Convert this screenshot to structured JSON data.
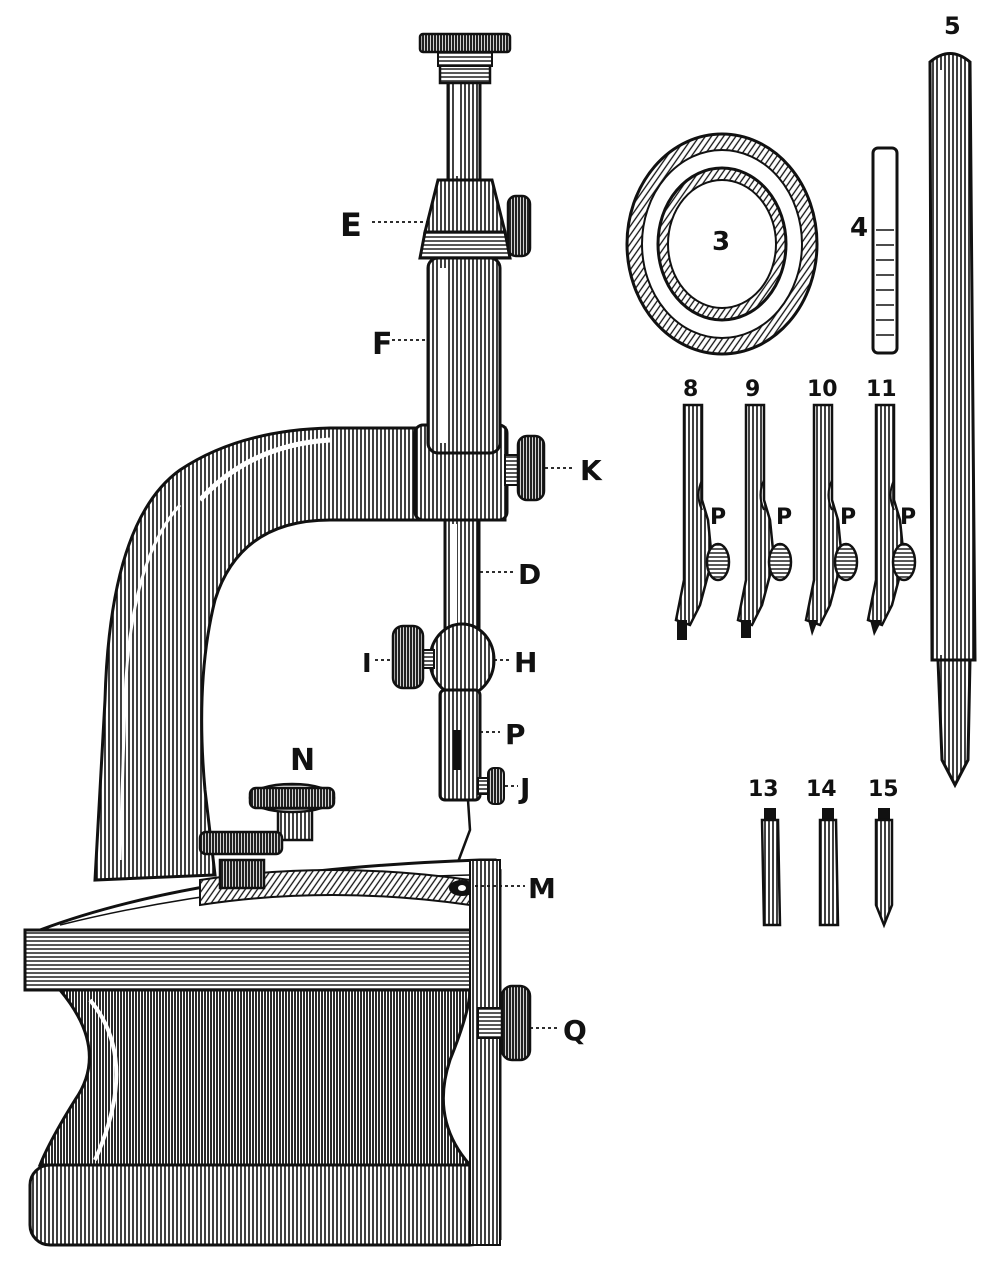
{
  "labels": {
    "E": "E",
    "F": "F",
    "K": "K",
    "D": "D",
    "I": "I",
    "H": "H",
    "P_main": "P",
    "J": "J",
    "N": "N",
    "M": "M",
    "Q": "Q",
    "n3": "3",
    "n4": "4",
    "n5": "5",
    "n8": "8",
    "n9": "9",
    "n10": "10",
    "n11": "11",
    "p8": "P",
    "p9": "P",
    "p10": "P",
    "p11": "P",
    "n13": "13",
    "n14": "14",
    "n15": "15"
  },
  "colors": {
    "ink": "#111111",
    "paper": "#ffffff",
    "shade": "#9a9a9a"
  }
}
